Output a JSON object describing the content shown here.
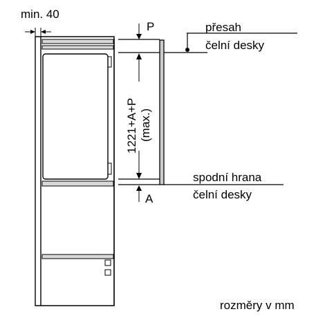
{
  "labels": {
    "min_gap": "min. 40",
    "p_marker": "P",
    "a_marker": "A",
    "overlap_line1": "přesah",
    "overlap_line2": "čelní desky",
    "bottom_edge_line1": "spodní hrana",
    "bottom_edge_line2": "čelní desky",
    "height_dim_line1": "1221+A+P",
    "height_dim_line2": "(max.)",
    "units_note": "rozměry v mm"
  }
}
